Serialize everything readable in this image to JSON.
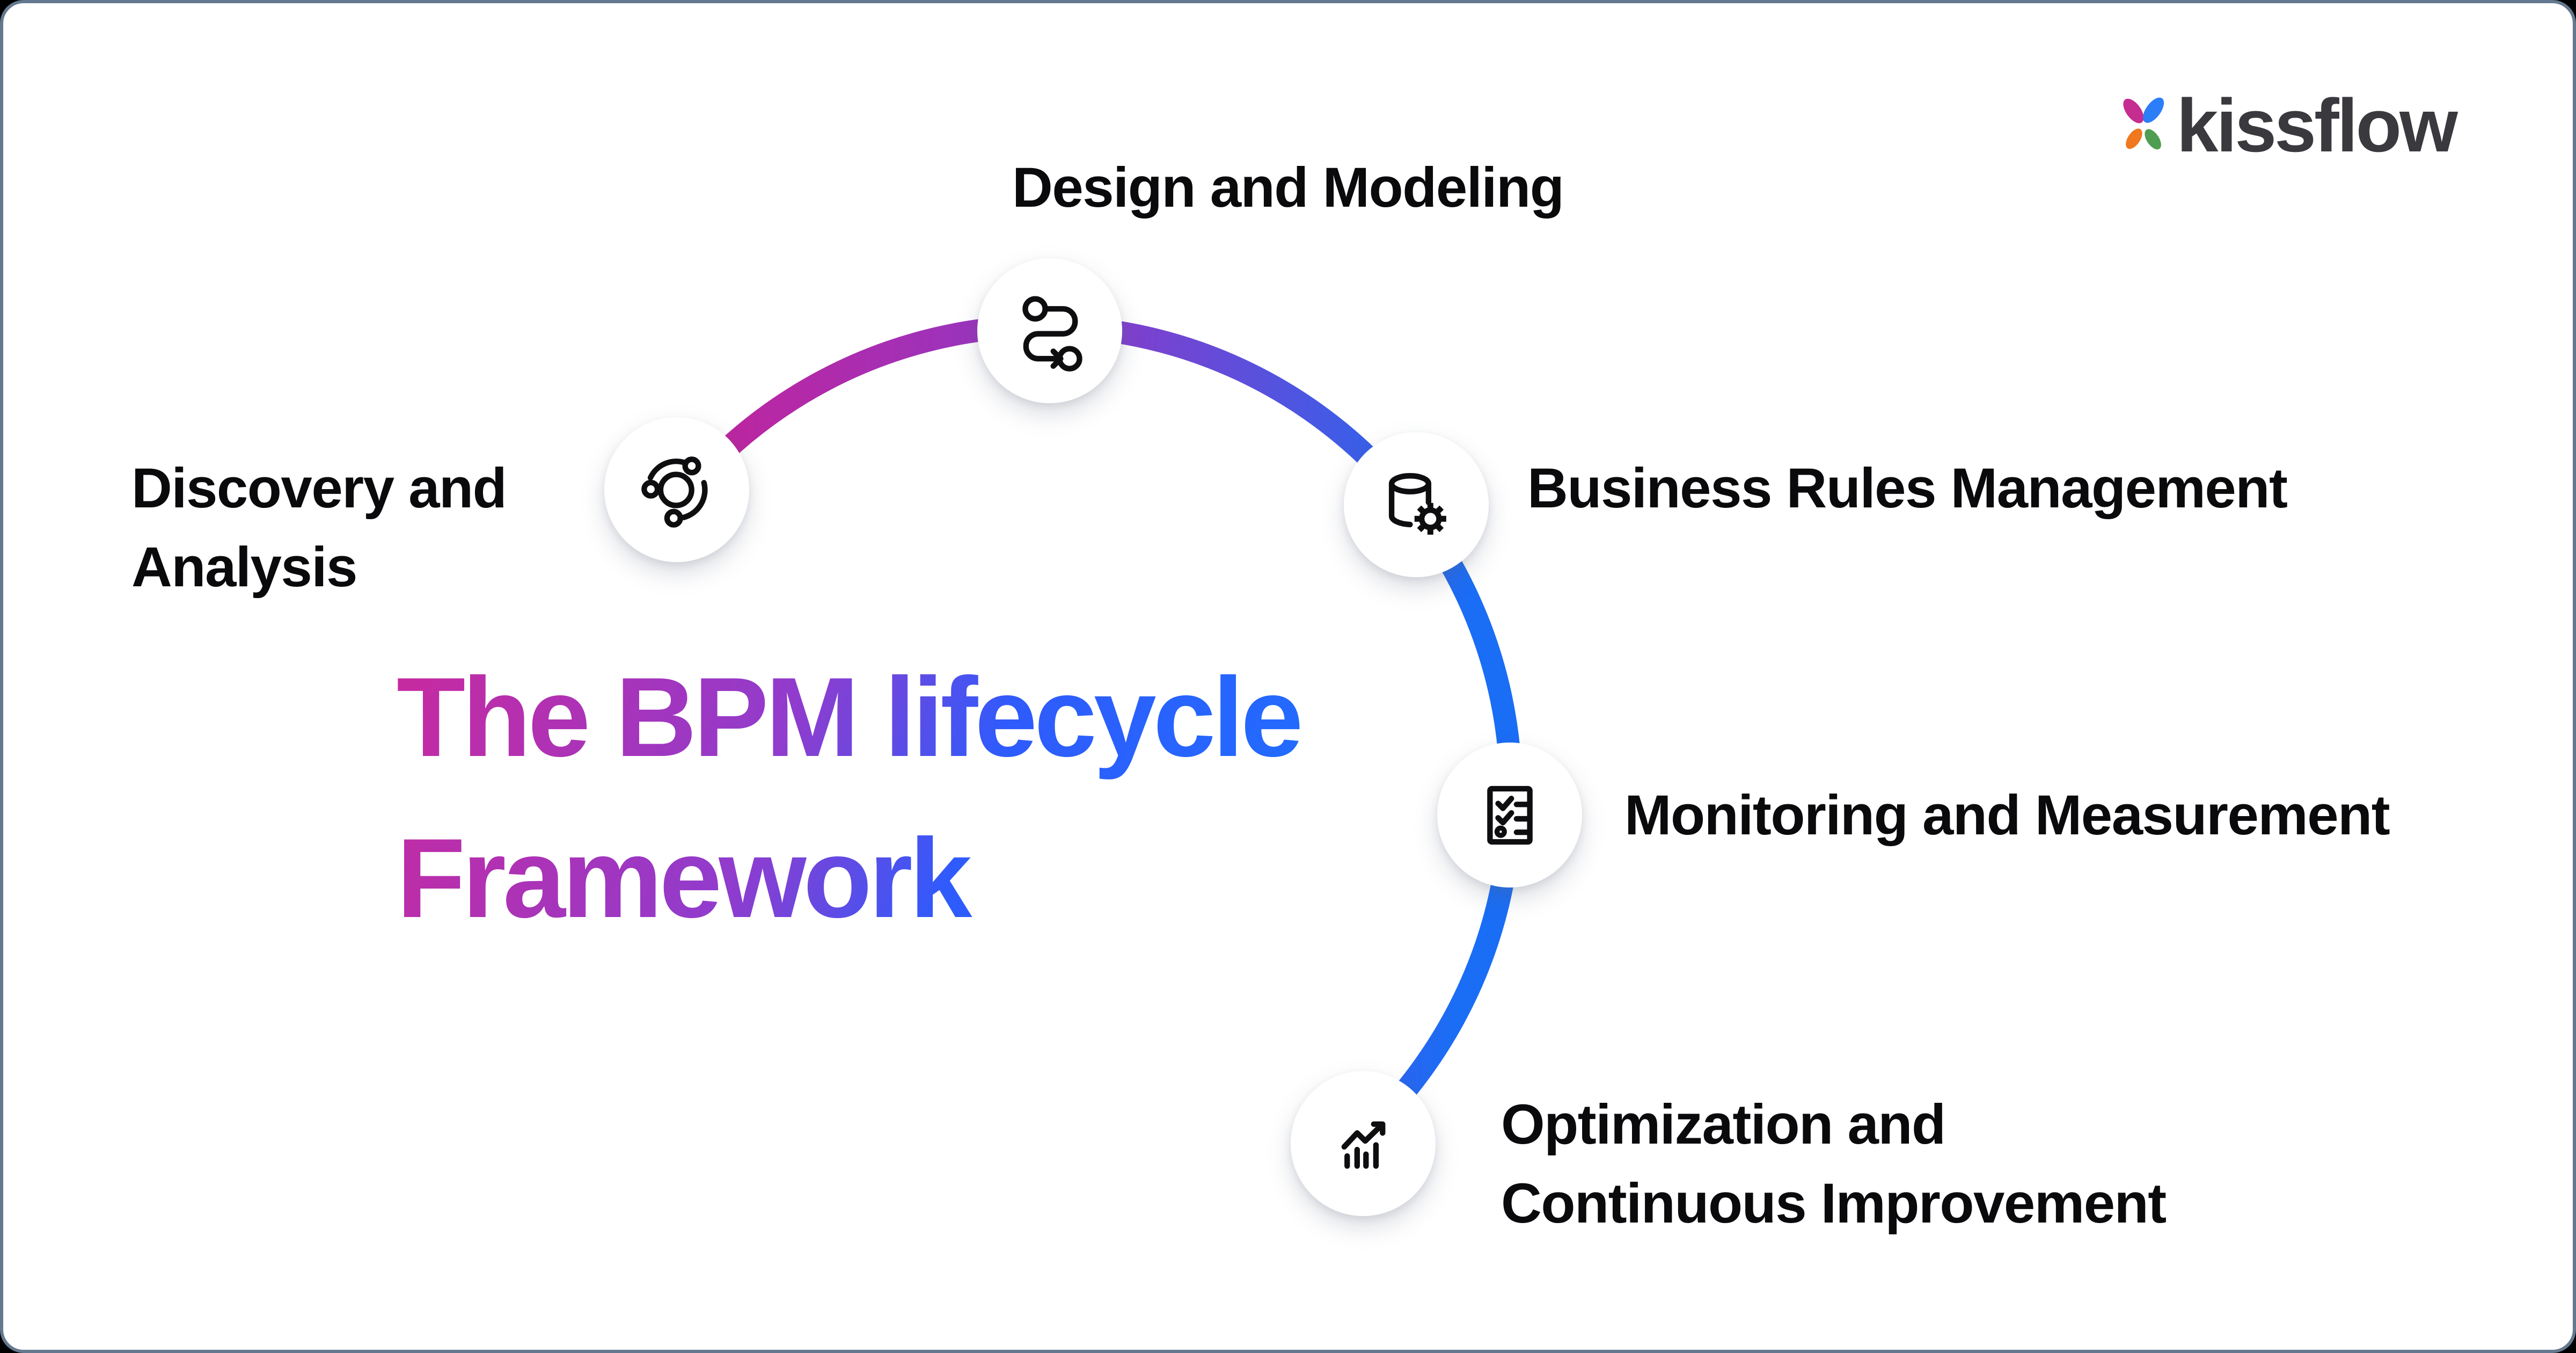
{
  "card": {
    "background": "#ffffff",
    "border_color": "#64798F",
    "outer_background": "#000000"
  },
  "logo": {
    "brand": "kissflow",
    "text_color": "#3A393E",
    "petal_colors": {
      "top_left": "#C62D90",
      "top_right": "#2C7EF8",
      "bottom_left": "#F0781E",
      "bottom_right": "#4F9D50"
    }
  },
  "title": {
    "line1": "The BPM lifecycle",
    "line2": "Framework",
    "gradient_start": "#C9299E",
    "gradient_mid_purple": "#8F3CCE",
    "gradient_mid_blue": "#2F5BFC",
    "gradient_end": "#1F6EFF"
  },
  "arc": {
    "gradient_start": "#C2239B",
    "gradient_mid": "#8B3AC9",
    "gradient_end": "#1A6DF5"
  },
  "stages": [
    {
      "label": "Design and Modeling",
      "icon": "process-route"
    },
    {
      "label_line1": "Discovery and",
      "label_line2": "Analysis",
      "icon": "orbit-discovery"
    },
    {
      "label": "Business Rules Management",
      "icon": "database-gear"
    },
    {
      "label": "Monitoring and Measurement",
      "icon": "checklist"
    },
    {
      "label_line1": "Optimization and",
      "label_line2": "Continuous Improvement",
      "icon": "trend-up-chart"
    }
  ]
}
